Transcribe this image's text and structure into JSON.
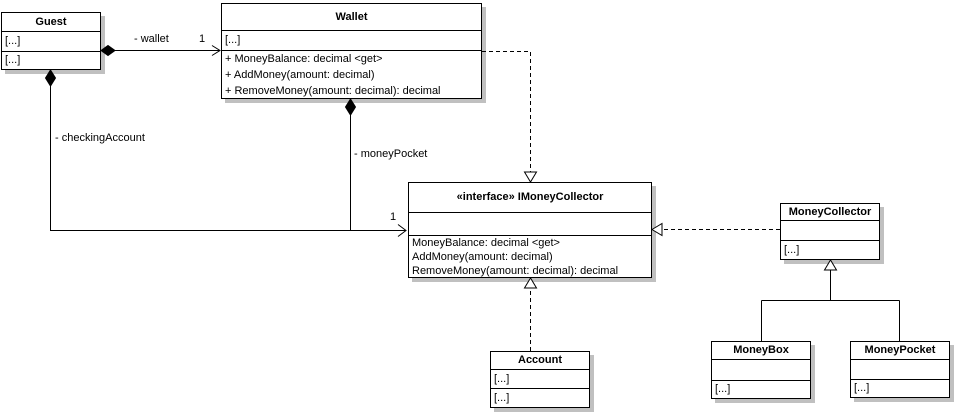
{
  "diagram": {
    "kind": "uml-class-diagram",
    "colors": {
      "background": "#ffffff",
      "box_fill": "#ffffff",
      "box_border": "#000000",
      "box_shadow": "#c0c0c0",
      "line": "#000000",
      "text": "#000000"
    }
  },
  "classes": {
    "guest": {
      "name": "Guest",
      "attributes": [
        "[...]"
      ],
      "operations": [
        "[...]"
      ]
    },
    "wallet": {
      "name": "Wallet",
      "attributes": [
        "[...]"
      ],
      "operations": [
        "+ MoneyBalance: decimal <get>",
        "+ AddMoney(amount: decimal)",
        "+ RemoveMoney(amount: decimal): decimal"
      ]
    },
    "imoneycollector": {
      "name": "«interface» IMoneyCollector",
      "attributes": [],
      "operations": [
        "MoneyBalance: decimal <get>",
        "AddMoney(amount: decimal)",
        "RemoveMoney(amount: decimal): decimal"
      ]
    },
    "moneycollector": {
      "name": "MoneyCollector",
      "attributes": [],
      "operations": [
        "[...]"
      ]
    },
    "account": {
      "name": "Account",
      "attributes": [
        "[...]"
      ],
      "operations": [
        "[...]"
      ]
    },
    "moneybox": {
      "name": "MoneyBox",
      "attributes": [],
      "operations": [
        "[...]"
      ]
    },
    "moneypocket": {
      "name": "MoneyPocket",
      "attributes": [],
      "operations": [
        "[...]"
      ]
    }
  },
  "labels": {
    "wallet_role": "- wallet",
    "wallet_multiplicity": "1",
    "checking_account_role": "- checkingAccount",
    "money_pocket_role": "- moneyPocket",
    "imoneycollector_multiplicity": "1"
  }
}
